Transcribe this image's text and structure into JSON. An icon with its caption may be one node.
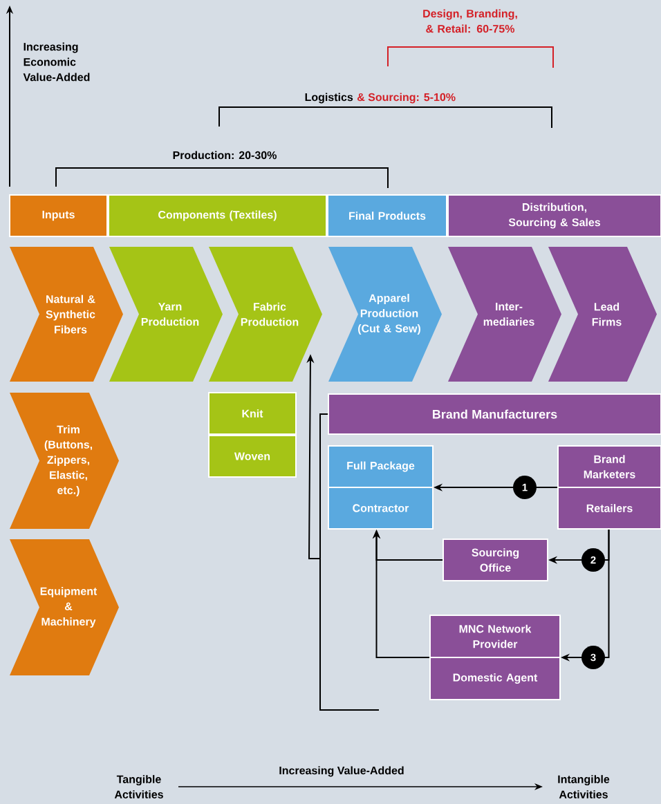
{
  "diagram": {
    "nodes": [
      {
        "text": [
          "Inputs"
        ]
      },
      {
        "text": [
          "Components (Textiles)"
        ]
      },
      {
        "text": [
          "Final Products"
        ]
      },
      {
        "text": [
          "Distribution, Sourcing & Sales"
        ]
      },
      {
        "text": [
          "Natural & Synthetic Fibers"
        ]
      },
      {
        "text": [
          "Yarn Production"
        ]
      },
      {
        "text": [
          "Fabric Production"
        ]
      },
      {
        "text": [
          "Apparel Production (Cut & Sew)"
        ]
      },
      {
        "text": [
          "Inter-mediaries"
        ]
      },
      {
        "text": [
          "Lead Firms"
        ]
      },
      {
        "text": [
          "Trim (Buttons, Zippers, Elastic, etc.)"
        ]
      },
      {
        "text": [
          "Equipment & Machinery"
        ]
      },
      {
        "text": [
          "Knit"
        ]
      },
      {
        "text": [
          "Woven"
        ]
      },
      {
        "text": [
          "Brand Manufacturers"
        ]
      },
      {
        "text": [
          "Full Package",
          "Contractor"
        ]
      },
      {
        "text": [
          "Brand Marketers",
          "Retailers"
        ]
      },
      {
        "text": [
          "Sourcing Office"
        ]
      },
      {
        "text": [
          "MNC Network Provider",
          "Domestic Agent"
        ]
      }
    ],
    "edges": [
      {
        "from": 16,
        "to": 15,
        "arrow": "to",
        "label": "1"
      },
      {
        "from": 16,
        "to": 17,
        "arrow": "to",
        "label": "2"
      },
      {
        "from": 16,
        "to": 18,
        "arrow": "to",
        "label": "3"
      },
      {
        "from": 17,
        "to": 15,
        "arrow": "to"
      },
      {
        "from": 18,
        "to": 15,
        "arrow": "to"
      },
      {
        "from": 14,
        "to": 6,
        "arrow": "to"
      },
      {
        "from": 14,
        "to": null,
        "arrow": "none"
      }
    ],
    "labels": [
      "Increasing Economic Value-Added",
      "Design, Branding, & Retail: 60-75%",
      "Logistics",
      "& Sourcing: 5-10%",
      "Production: 20-30%",
      "Tangible Activities",
      "Increasing Value-Added",
      "Intangible Activities"
    ]
  }
}
